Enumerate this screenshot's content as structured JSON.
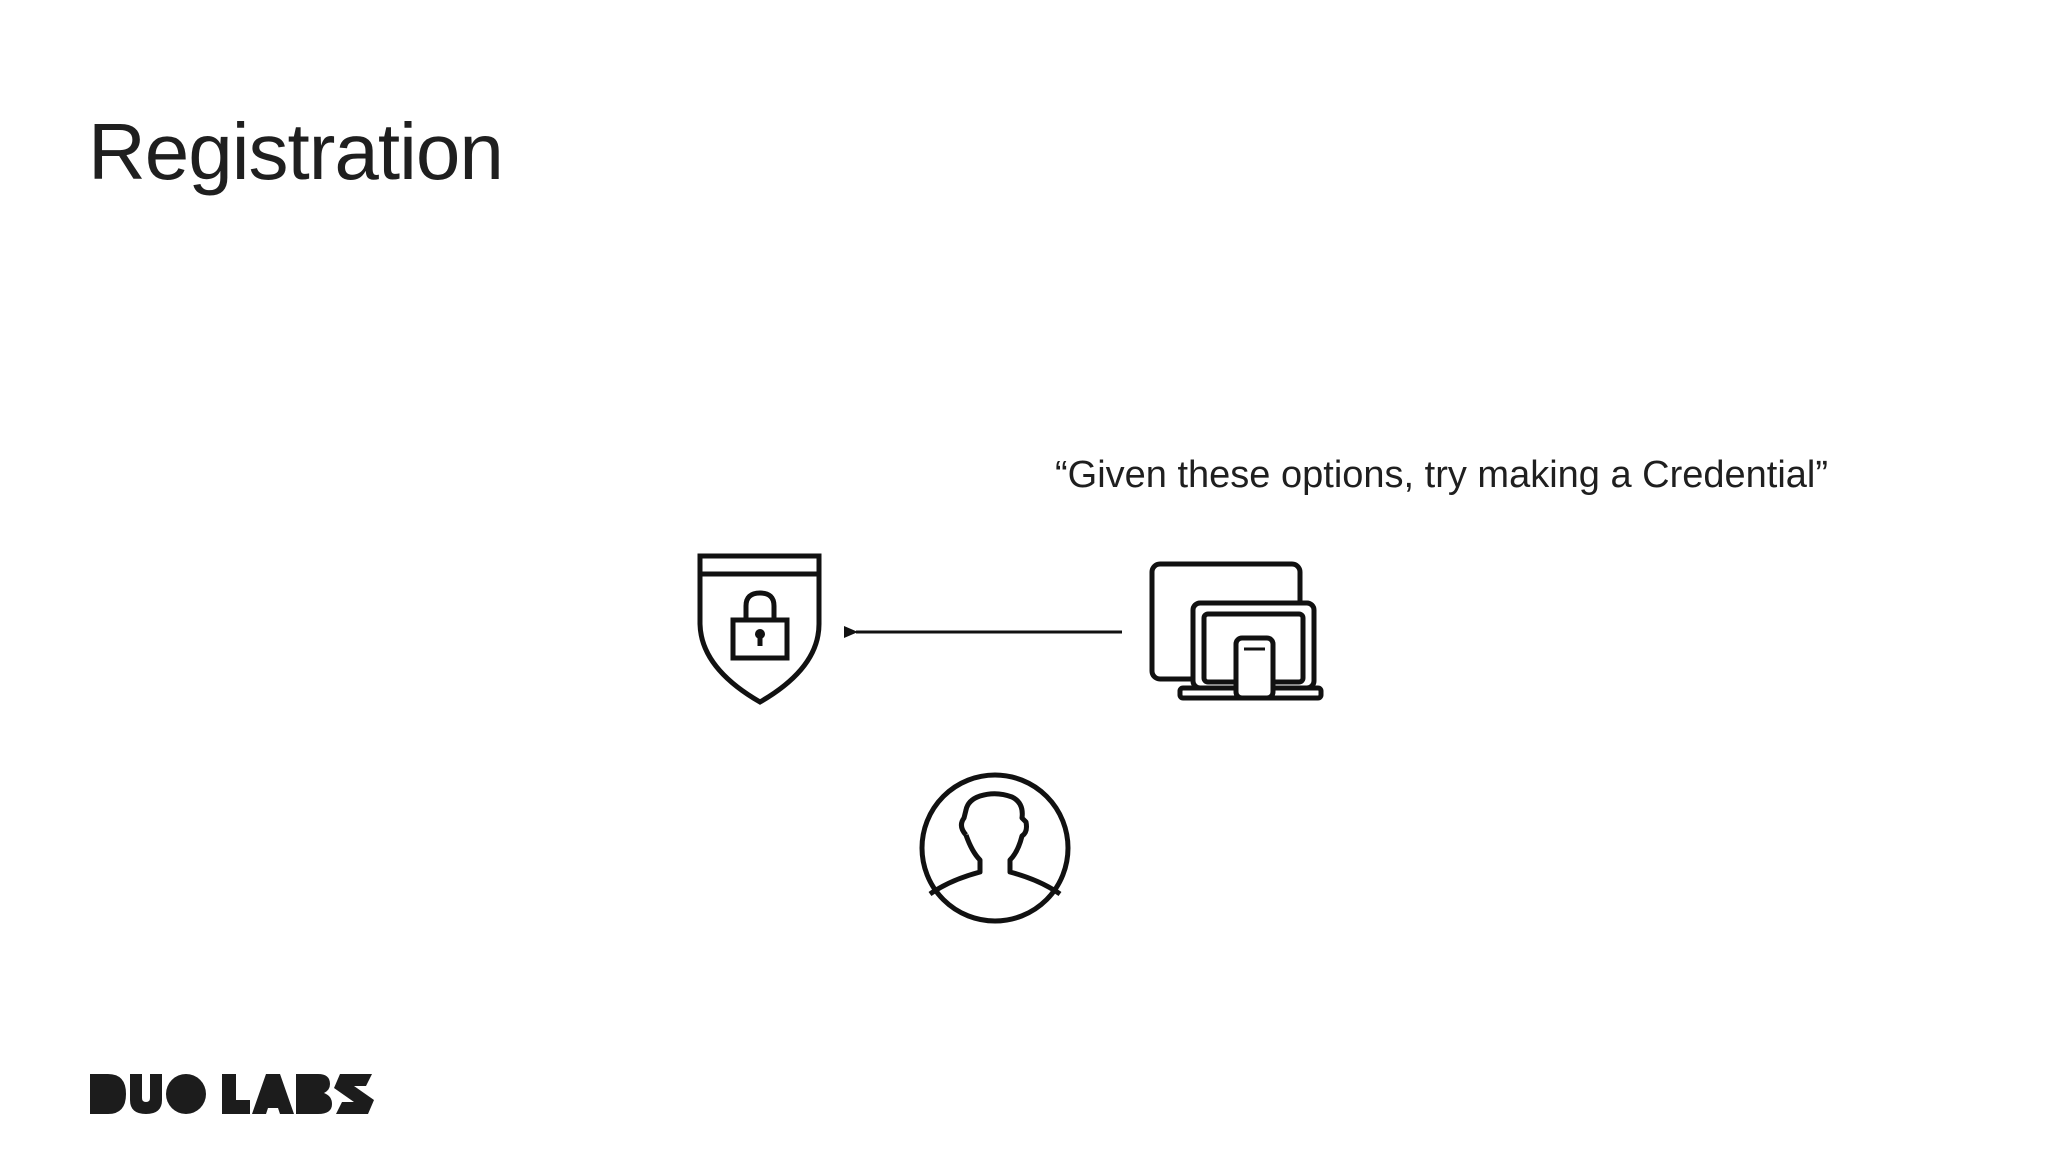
{
  "slide": {
    "title": "Registration",
    "quote": "“Given these options, try making a Credential”"
  },
  "diagram": {
    "nodes": [
      {
        "id": "relying-party",
        "icon": "shield-lock-icon"
      },
      {
        "id": "client",
        "icon": "devices-icon"
      },
      {
        "id": "user",
        "icon": "user-circle-icon"
      }
    ],
    "edges": [
      {
        "from": "client",
        "to": "relying-party",
        "label_ref": "slide.quote"
      }
    ]
  },
  "branding": {
    "logo_text": "DUO LABS"
  },
  "colors": {
    "background": "#ffffff",
    "text": "#1f1f1f",
    "icon_stroke": "#111111"
  }
}
